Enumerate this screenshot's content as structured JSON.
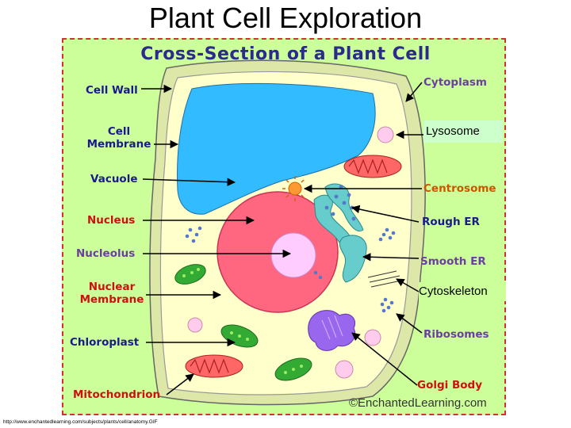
{
  "slide": {
    "title": "Plant Cell Exploration",
    "url": "http://www.enchantedlearning.com/subjects/plants/cell/anatomy.GIF"
  },
  "diagram": {
    "title": "Cross-Section of a Plant Cell",
    "credit": "©EnchantedLearning.com",
    "left_labels": {
      "cell_wall": "Cell Wall",
      "cell_membrane": "Cell Membrane",
      "cell_membrane_line1": "Cell",
      "cell_membrane_line2": "Membrane",
      "vacuole": "Vacuole",
      "nucleus": "Nucleus",
      "nucleolus": "Nucleolus",
      "nuclear_membrane_line1": "Nuclear",
      "nuclear_membrane_line2": "Membrane",
      "chloroplast": "Chloroplast",
      "mitochondrion": "Mitochondrion"
    },
    "right_labels": {
      "cytoplasm": "Cytoplasm",
      "lysosome": "Lysosome",
      "centrosome": "Centrosome",
      "rough_er": "Rough ER",
      "smooth_er": "Smooth ER",
      "cytoskeleton": "Cytoskeleton",
      "ribosomes": "Ribosomes",
      "golgi_body": "Golgi Body"
    },
    "colors": {
      "background": "#ccff99",
      "border": "#cc3333",
      "cytoplasm": "#ffffcc",
      "vacuole": "#33bbff",
      "nucleus": "#ff6680",
      "nucleolus": "#ffccff",
      "chloroplast": "#33aa33",
      "golgi": "#9966ee",
      "lysosome": "#ffccee",
      "centrosome": "#ff9933"
    }
  }
}
